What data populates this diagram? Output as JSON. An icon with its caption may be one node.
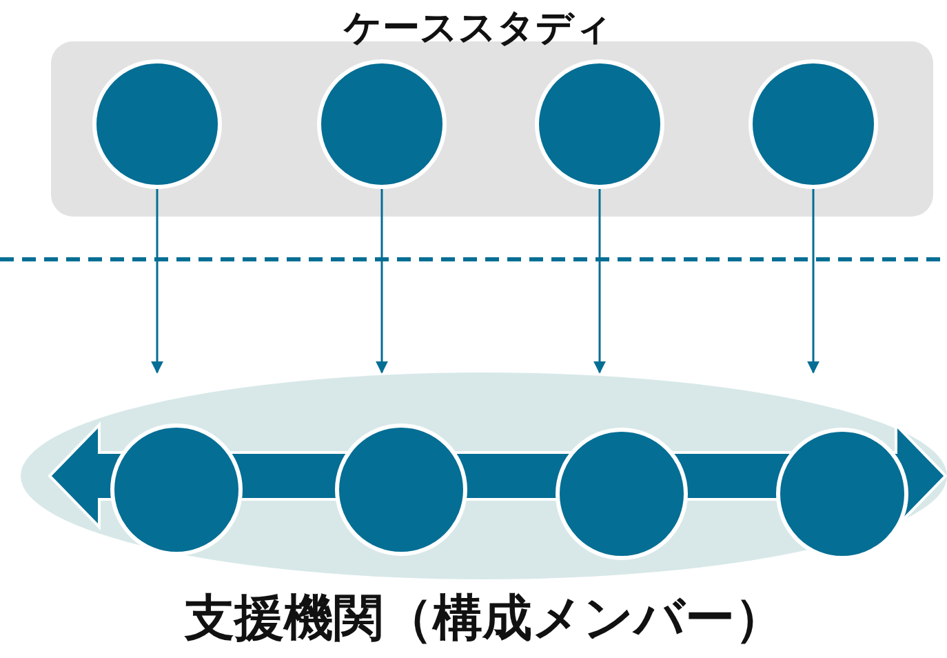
{
  "diagram": {
    "nodes": [
      {
        "text": [
          "ケーススタディ"
        ]
      },
      {
        "text": [],
        "shape": "circle",
        "in": 0
      },
      {
        "text": [],
        "shape": "circle",
        "in": 0
      },
      {
        "text": [],
        "shape": "circle",
        "in": 0
      },
      {
        "text": [],
        "shape": "circle",
        "in": 0
      },
      {
        "text": [
          "支援機関（構成メンバー）"
        ]
      },
      {
        "text": [],
        "shape": "circle",
        "in": 5
      },
      {
        "text": [],
        "shape": "circle",
        "in": 5
      },
      {
        "text": [],
        "shape": "circle",
        "in": 5
      },
      {
        "text": [],
        "shape": "circle",
        "in": 5
      }
    ],
    "edges": [
      {
        "from": 1,
        "to": 5,
        "arrow": "to"
      },
      {
        "from": 2,
        "to": 5,
        "arrow": "to"
      },
      {
        "from": 3,
        "to": 5,
        "arrow": "to"
      },
      {
        "from": 4,
        "to": 5,
        "arrow": "to"
      }
    ]
  }
}
